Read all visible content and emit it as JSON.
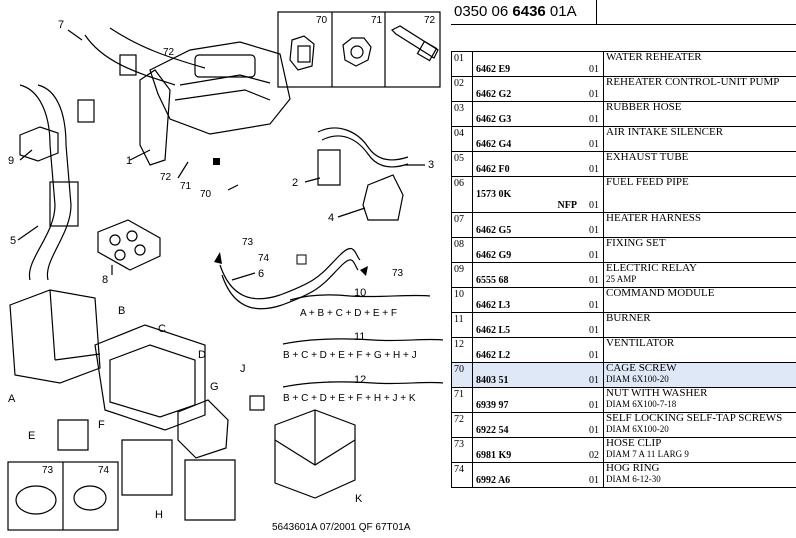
{
  "header": {
    "ref_prefix": "0350 06 ",
    "ref_bold": "6436",
    "ref_suffix": " 01A"
  },
  "diagram": {
    "callouts": [
      "1",
      "2",
      "3",
      "4",
      "5",
      "6",
      "7",
      "8",
      "9",
      "10",
      "11",
      "12",
      "70",
      "71",
      "72",
      "73",
      "74",
      "A",
      "B",
      "C",
      "D",
      "E",
      "F",
      "G",
      "H",
      "J",
      "K"
    ],
    "inset_labels": [
      "70",
      "71",
      "72"
    ],
    "inset_bottom_labels": [
      "73",
      "74"
    ],
    "formula_10": "A + B + C + D + E + F",
    "formula_11": "B + C + D + E + F + G + H + J",
    "formula_12": "B + C + D + E + F + H + J + K",
    "footer": "5643601A   07/2001   QF 67T01A"
  },
  "parts": [
    {
      "n": "01",
      "ref": "6462 E9",
      "nfp": "",
      "qty": "01",
      "title": "WATER REHEATER",
      "sub": "",
      "selected": false,
      "h": "h25"
    },
    {
      "n": "02",
      "ref": "6462 G2",
      "nfp": "",
      "qty": "01",
      "title": "REHEATER CONTROL-UNIT PUMP",
      "sub": "",
      "selected": false,
      "h": "h25"
    },
    {
      "n": "03",
      "ref": "6462 G3",
      "nfp": "",
      "qty": "01",
      "title": "RUBBER HOSE",
      "sub": "",
      "selected": false,
      "h": "h25"
    },
    {
      "n": "04",
      "ref": "6462 G4",
      "nfp": "",
      "qty": "01",
      "title": "AIR INTAKE SILENCER",
      "sub": "",
      "selected": false,
      "h": "h25"
    },
    {
      "n": "05",
      "ref": "6462 F0",
      "nfp": "",
      "qty": "01",
      "title": "EXHAUST TUBE",
      "sub": "",
      "selected": false,
      "h": "h25"
    },
    {
      "n": "06",
      "ref": "1573 0K",
      "nfp": "NFP",
      "qty": "01",
      "title": "FUEL FEED PIPE",
      "sub": "",
      "selected": false,
      "h": "h36"
    },
    {
      "n": "07",
      "ref": "6462 G5",
      "nfp": "",
      "qty": "01",
      "title": "HEATER HARNESS",
      "sub": "",
      "selected": false,
      "h": "h25"
    },
    {
      "n": "08",
      "ref": "6462 G9",
      "nfp": "",
      "qty": "01",
      "title": "FIXING SET",
      "sub": "",
      "selected": false,
      "h": "h25"
    },
    {
      "n": "09",
      "ref": "6555 68",
      "nfp": "",
      "qty": "01",
      "title": "ELECTRIC RELAY",
      "sub": "25 AMP",
      "selected": false,
      "h": "h25"
    },
    {
      "n": "10",
      "ref": "6462 L3",
      "nfp": "",
      "qty": "01",
      "title": "COMMAND MODULE",
      "sub": "",
      "selected": false,
      "h": "h25"
    },
    {
      "n": "11",
      "ref": "6462 L5",
      "nfp": "",
      "qty": "01",
      "title": "BURNER",
      "sub": "",
      "selected": false,
      "h": "h25"
    },
    {
      "n": "12",
      "ref": "6462 L2",
      "nfp": "",
      "qty": "01",
      "title": "VENTILATOR",
      "sub": "",
      "selected": false,
      "h": "h25"
    },
    {
      "n": "70",
      "ref": "8403 51",
      "nfp": "",
      "qty": "01",
      "title": "CAGE SCREW",
      "sub": "DIAM 6X100-20",
      "selected": true,
      "h": "h24"
    },
    {
      "n": "71",
      "ref": "6939 97",
      "nfp": "",
      "qty": "01",
      "title": "NUT WITH WASHER",
      "sub": "DIAM 6X100-7-18",
      "selected": false,
      "h": "h24"
    },
    {
      "n": "72",
      "ref": "6922 54",
      "nfp": "",
      "qty": "01",
      "title": "SELF LOCKING SELF-TAP SCREWS",
      "sub": "DIAM 6X100-20",
      "selected": false,
      "h": "h24"
    },
    {
      "n": "73",
      "ref": "6981 K9",
      "nfp": "",
      "qty": "02",
      "title": "HOSE CLIP",
      "sub": "DIAM 7 A 11 LARG 9",
      "selected": false,
      "h": "h24"
    },
    {
      "n": "74",
      "ref": "6992 A6",
      "nfp": "",
      "qty": "01",
      "title": "HOG RING",
      "sub": "DIAM 6-12-30",
      "selected": false,
      "h": "h24"
    }
  ]
}
